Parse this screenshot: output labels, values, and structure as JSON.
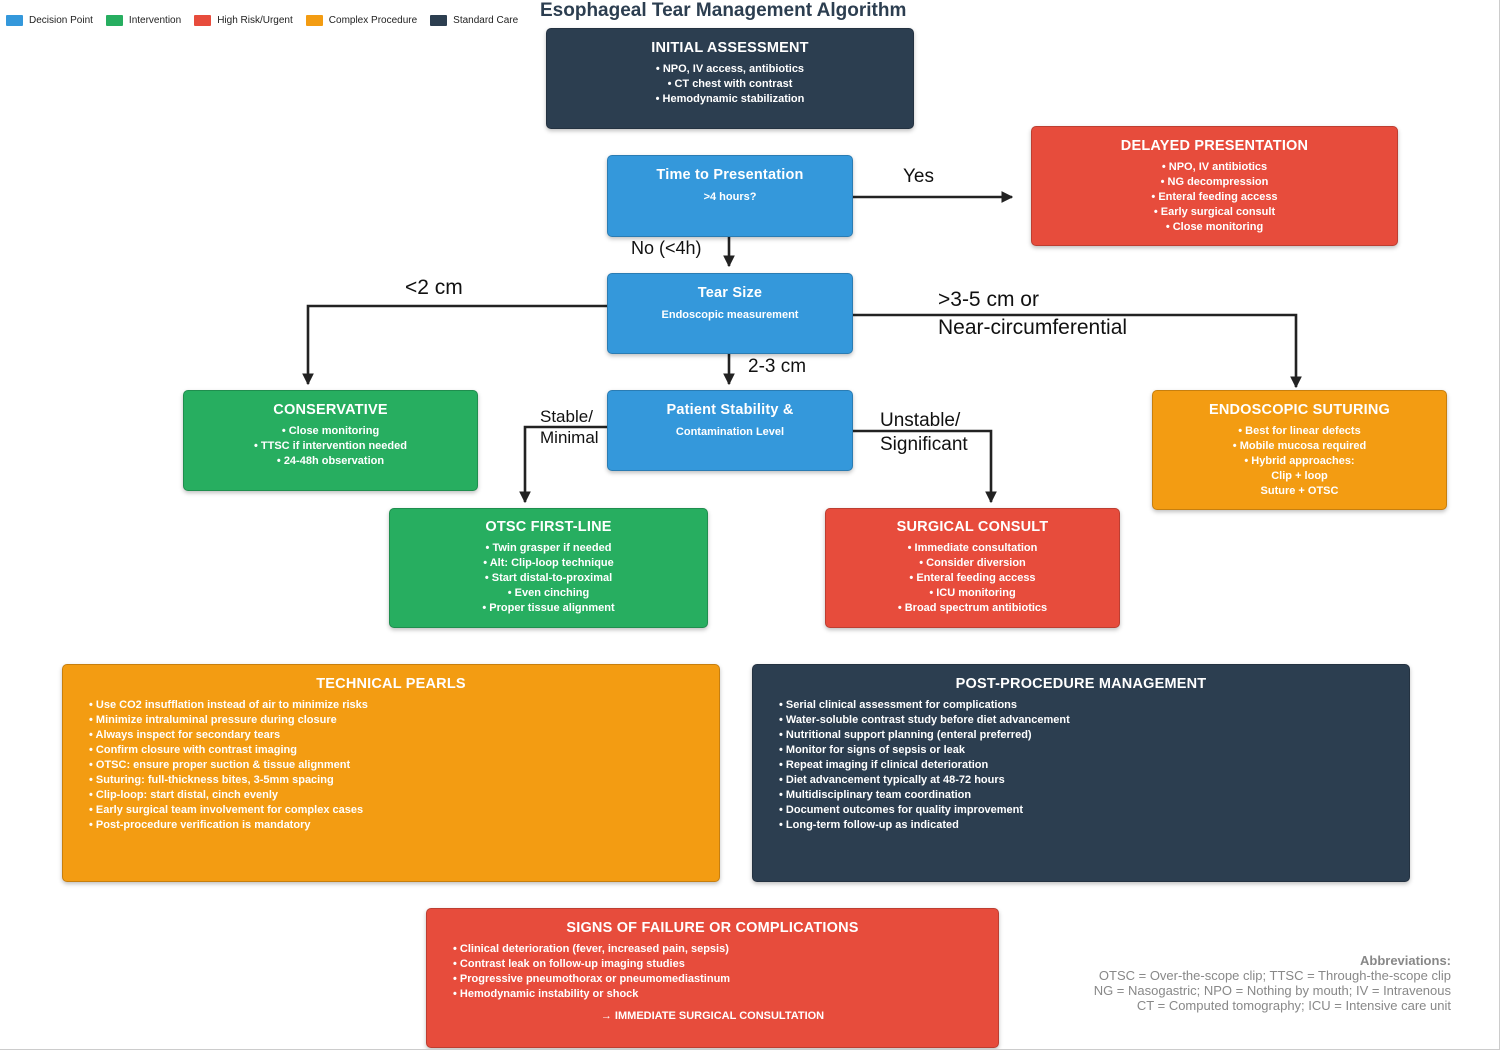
{
  "title": "Esophageal Tear Management Algorithm",
  "legend": [
    {
      "label": "Decision Point",
      "color": "#3498db"
    },
    {
      "label": "Intervention",
      "color": "#27ae60"
    },
    {
      "label": "High Risk/Urgent",
      "color": "#e74c3c"
    },
    {
      "label": "Complex Procedure",
      "color": "#f39c12"
    },
    {
      "label": "Standard Care",
      "color": "#2c3e50"
    }
  ],
  "initial": {
    "title": "INITIAL ASSESSMENT",
    "items": [
      "• NPO, IV access, antibiotics",
      "• CT chest with contrast",
      "• Hemodynamic stabilization"
    ]
  },
  "time": {
    "title": "Time to Presentation",
    "sub": ">4 hours?"
  },
  "delayed": {
    "title": "DELAYED PRESENTATION",
    "items": [
      "• NPO, IV antibiotics",
      "• NG decompression",
      "• Enteral feeding access",
      "• Early surgical consult",
      "• Close monitoring"
    ]
  },
  "tear": {
    "title": "Tear Size",
    "sub": "Endoscopic measurement"
  },
  "stability": {
    "title": "Patient Stability &",
    "sub": "Contamination Level"
  },
  "conservative": {
    "title": "CONSERVATIVE",
    "items": [
      "• Close monitoring",
      "• TTSC if intervention needed",
      "• 24-48h observation"
    ]
  },
  "suturing": {
    "title": "ENDOSCOPIC SUTURING",
    "items": [
      "• Best for linear defects",
      "• Mobile mucosa required",
      "• Hybrid approaches:",
      "Clip + loop",
      "Suture + OTSC"
    ]
  },
  "otsc": {
    "title": "OTSC FIRST-LINE",
    "items": [
      "• Twin grasper if needed",
      "• Alt: Clip-loop technique",
      "• Start distal-to-proximal",
      "• Even cinching",
      "• Proper tissue alignment"
    ]
  },
  "surgical": {
    "title": "SURGICAL CONSULT",
    "items": [
      "• Immediate consultation",
      "• Consider diversion",
      "• Enteral feeding access",
      "• ICU monitoring",
      "• Broad spectrum antibiotics"
    ]
  },
  "pearls": {
    "title": "TECHNICAL PEARLS",
    "items": [
      "• Use CO2 insufflation instead of air to minimize risks",
      "• Minimize intraluminal pressure during closure",
      "• Always inspect for secondary tears",
      "• Confirm closure with contrast imaging",
      "• OTSC: ensure proper suction & tissue alignment",
      "• Suturing: full-thickness bites, 3-5mm spacing",
      "• Clip-loop: start distal, cinch evenly",
      "• Early surgical team involvement for complex cases",
      "• Post-procedure verification is mandatory"
    ]
  },
  "post": {
    "title": "POST-PROCEDURE MANAGEMENT",
    "items": [
      "• Serial clinical assessment for complications",
      "• Water-soluble contrast study before diet advancement",
      "• Nutritional support planning (enteral preferred)",
      "• Monitor for signs of sepsis or leak",
      "• Repeat imaging if clinical deterioration",
      "• Diet advancement typically at 48-72 hours",
      "• Multidisciplinary team coordination",
      "• Document outcomes for quality improvement",
      "• Long-term follow-up as indicated"
    ]
  },
  "failure": {
    "title": "SIGNS OF FAILURE OR COMPLICATIONS",
    "items": [
      "• Clinical deterioration (fever, increased pain, sepsis)",
      "• Contrast leak on follow-up imaging studies",
      "• Progressive pneumothorax or pneumomediastinum",
      "• Hemodynamic instability or shock"
    ],
    "footer": "→ IMMEDIATE SURGICAL CONSULTATION"
  },
  "labels": {
    "yes": "Yes",
    "no": "No (<4h)",
    "small": "<2 cm",
    "medium": "2-3 cm",
    "large_1": ">3-5 cm or",
    "large_2": "Near-circumferential",
    "stable_1": "Stable/",
    "stable_2": "Minimal",
    "unstable_1": "Unstable/",
    "unstable_2": "Significant"
  },
  "abbreviations": {
    "title": "Abbreviations:",
    "lines": [
      "OTSC = Over-the-scope clip; TTSC = Through-the-scope clip",
      "NG = Nasogastric; NPO = Nothing by mouth; IV = Intravenous",
      "CT = Computed tomography; ICU = Intensive care unit"
    ]
  }
}
